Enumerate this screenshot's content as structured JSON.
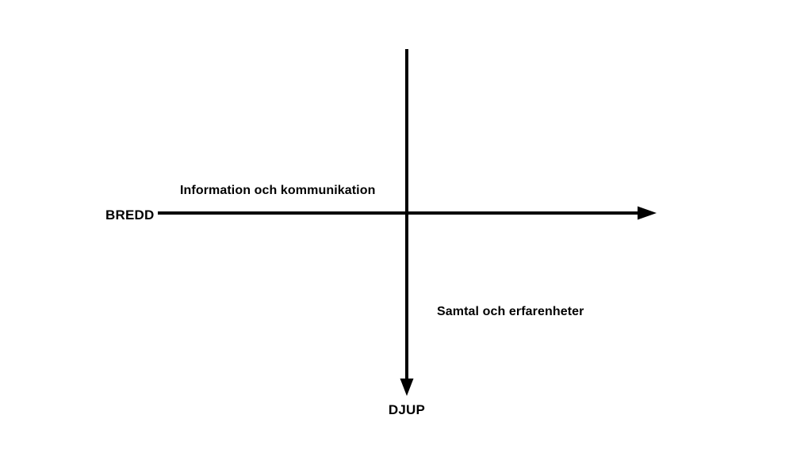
{
  "diagram": {
    "background_color": "#ffffff",
    "axis_color": "#000000",
    "x_axis": {
      "label": "BREDD",
      "direction": "right"
    },
    "y_axis": {
      "label": "DJUP",
      "direction": "down"
    },
    "quadrant_labels": {
      "top_left": "Information och kommunikation",
      "bottom_right": "Samtal och erfarenheter"
    }
  }
}
